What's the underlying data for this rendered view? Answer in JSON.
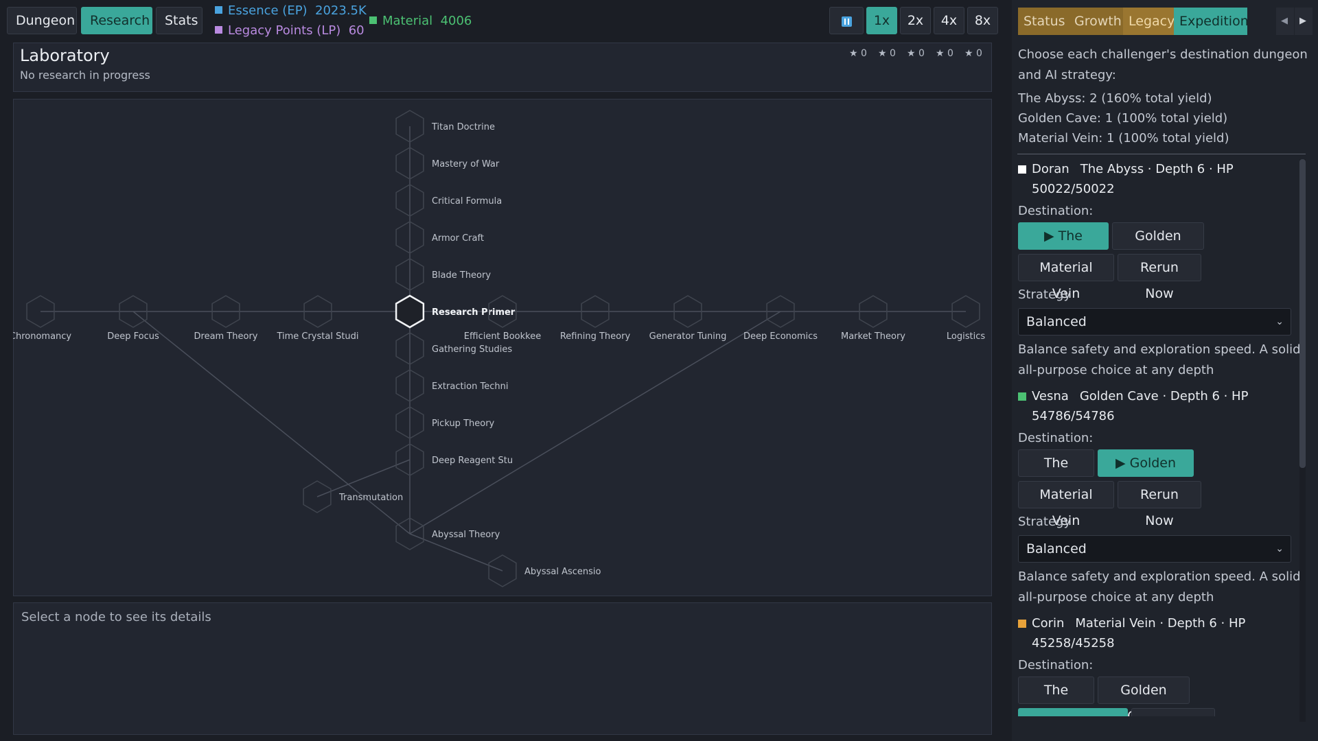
{
  "nav": {
    "dungeon": "Dungeon",
    "research": "Research",
    "stats": "Stats"
  },
  "resources": {
    "essence_label": "Essence (EP)",
    "essence_value": "2023.5K",
    "essence_color": "#4aa3df",
    "lp_label": "Legacy Points (LP)",
    "lp_value": "60",
    "lp_color": "#b98ae0",
    "material_label": "Material",
    "material_value": "4006",
    "material_color": "#4cc173"
  },
  "speed": {
    "pause_icon": "pause-icon",
    "options": [
      "1x",
      "2x",
      "4x",
      "8x"
    ],
    "selected": "1x"
  },
  "lab": {
    "title": "Laboratory",
    "subtitle": "No research in progress",
    "stars": [
      "★ 0",
      "★ 0",
      "★ 0",
      "★ 0",
      "★ 0"
    ]
  },
  "tree": {
    "nodes": [
      {
        "name": "Titan Doctrine"
      },
      {
        "name": "Mastery of War"
      },
      {
        "name": "Critical Formula"
      },
      {
        "name": "Armor Craft"
      },
      {
        "name": "Blade Theory"
      },
      {
        "name": "Research Primer"
      },
      {
        "name": "Gathering Studies"
      },
      {
        "name": "Extraction Techni"
      },
      {
        "name": "Pickup Theory"
      },
      {
        "name": "Deep Reagent Stu"
      },
      {
        "name": "Transmutation"
      },
      {
        "name": "Abyssal Theory"
      },
      {
        "name": "Abyssal Ascensio"
      },
      {
        "name": "Chronomancy"
      },
      {
        "name": "Deep Focus"
      },
      {
        "name": "Dream Theory"
      },
      {
        "name": "Time Crystal Studi"
      },
      {
        "name": "Efficient Bookkee"
      },
      {
        "name": "Refining Theory"
      },
      {
        "name": "Generator Tuning"
      },
      {
        "name": "Deep Economics"
      },
      {
        "name": "Market Theory"
      },
      {
        "name": "Logistics"
      }
    ]
  },
  "details": {
    "hint": "Select a node to see its details"
  },
  "tabs": {
    "status": "Status",
    "growth": "Growth",
    "legacy": "Legacy",
    "expedition": "Expedition",
    "selected": "Expedition",
    "prev_icon": "chevron-left-icon",
    "next_icon": "chevron-right-icon"
  },
  "expedition": {
    "intro": [
      "Choose each challenger's destination dungeon",
      "and AI strategy:"
    ],
    "summary": [
      "The Abyss: 2 (160% total yield)",
      "Golden Cave: 1 (100% total yield)",
      "Material Vein: 1 (100% total yield)"
    ],
    "destination_label": "Destination:",
    "strategy_label": "Strategy",
    "dest_options": [
      "The Abyss",
      "Golden Cave",
      "Material Vein"
    ],
    "rerun_label": "Rerun Now",
    "challengers": [
      {
        "name": "Doran",
        "info_line1": "The Abyss · Depth 6 · HP",
        "info_line2": "50022/50022",
        "color": "#ffffff",
        "destination": "The Abyss",
        "strategy": "Balanced",
        "description": [
          "Balance safety and exploration speed. A solid",
          "all-purpose choice at any depth"
        ]
      },
      {
        "name": "Vesna",
        "info_line1": "Golden Cave · Depth 6 · HP",
        "info_line2": "54786/54786",
        "color": "#4cc173",
        "destination": "Golden Cave",
        "strategy": "Balanced",
        "description": [
          "Balance safety and exploration speed. A solid",
          "all-purpose choice at any depth"
        ]
      },
      {
        "name": "Corin",
        "info_line1": "Material Vein · Depth 6 · HP",
        "info_line2": "45258/45258",
        "color": "#e7a23a",
        "destination": "Material Vein",
        "strategy": "",
        "description": []
      }
    ]
  }
}
